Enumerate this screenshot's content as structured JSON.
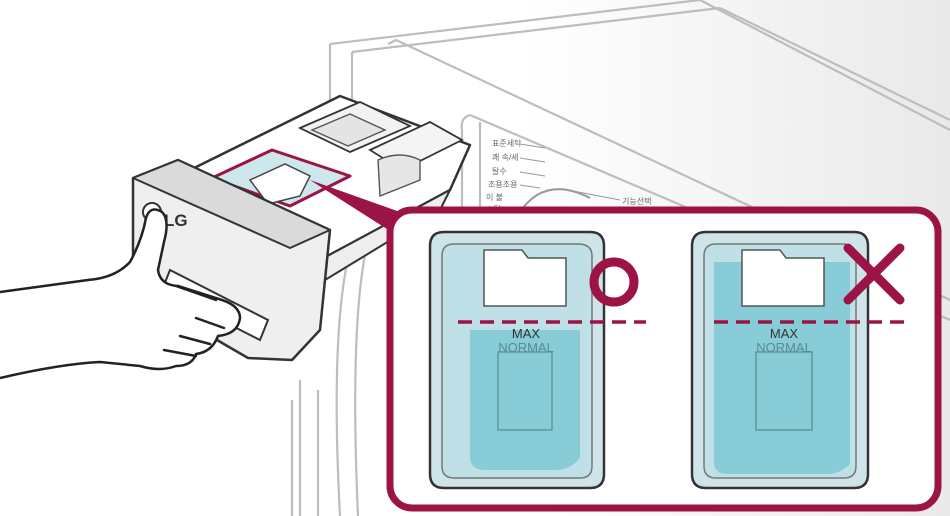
{
  "brand": {
    "logo_text": "LG"
  },
  "panel": {
    "labels": [
      "표준세탁",
      "쾌 속/세",
      "탈수",
      "조용조용",
      "이 불",
      "스팀"
    ],
    "right_label": "기능선택"
  },
  "callout": {
    "correct": {
      "mark": "O",
      "max_label": "MAX",
      "normal_label": "NORMAL"
    },
    "incorrect": {
      "mark": "X",
      "max_label": "MAX",
      "normal_label": "NORMAL"
    }
  },
  "colors": {
    "accent": "#9c1446",
    "liquid": "#7cc8d2",
    "compartment": "#cfe8ec",
    "outline": "#3a3a3a"
  }
}
